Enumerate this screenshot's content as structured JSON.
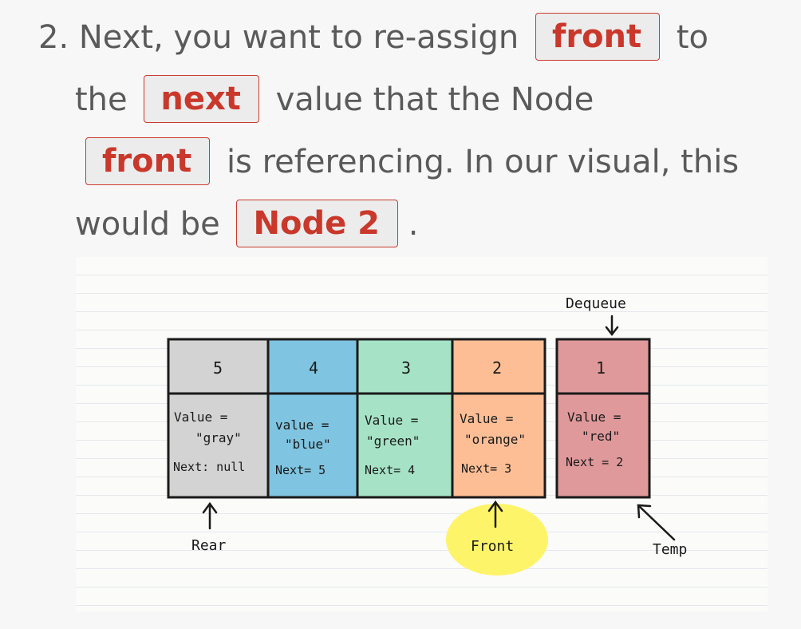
{
  "prose": {
    "line1_prefix": "2. Next, you want to re-assign",
    "line1_code": "front",
    "line1_suffix": "to",
    "line2_prefix": "the",
    "line2_code": "next",
    "line2_suffix": "value that the Node",
    "line3_code": "front",
    "line3_suffix": "is referencing. In our visual, this",
    "line4_prefix": "would be",
    "line4_code": "Node 2",
    "line4_suffix": "."
  },
  "diagram": {
    "nodes": [
      {
        "index": "5",
        "value_label": "Value =",
        "value": "\"gray\"",
        "next": "Next: null",
        "color": "#d3d3d3"
      },
      {
        "index": "4",
        "value_label": "value =",
        "value": "\"blue\"",
        "next": "Next= 5",
        "color": "#7fc4e0"
      },
      {
        "index": "3",
        "value_label": "Value =",
        "value": "\"green\"",
        "next": "Next= 4",
        "color": "#a6e3c6"
      },
      {
        "index": "2",
        "value_label": "Value =",
        "value": "\"orange\"",
        "next": "Next= 3",
        "color": "#fdbe95"
      },
      {
        "index": "1",
        "value_label": "Value =",
        "value": "\"red\"",
        "next": "Next = 2",
        "color": "#e0999b"
      }
    ],
    "labels": {
      "dequeue": "Dequeue",
      "rear": "Rear",
      "front": "Front",
      "temp": "Temp"
    },
    "highlight_color": "#fdf46a"
  }
}
